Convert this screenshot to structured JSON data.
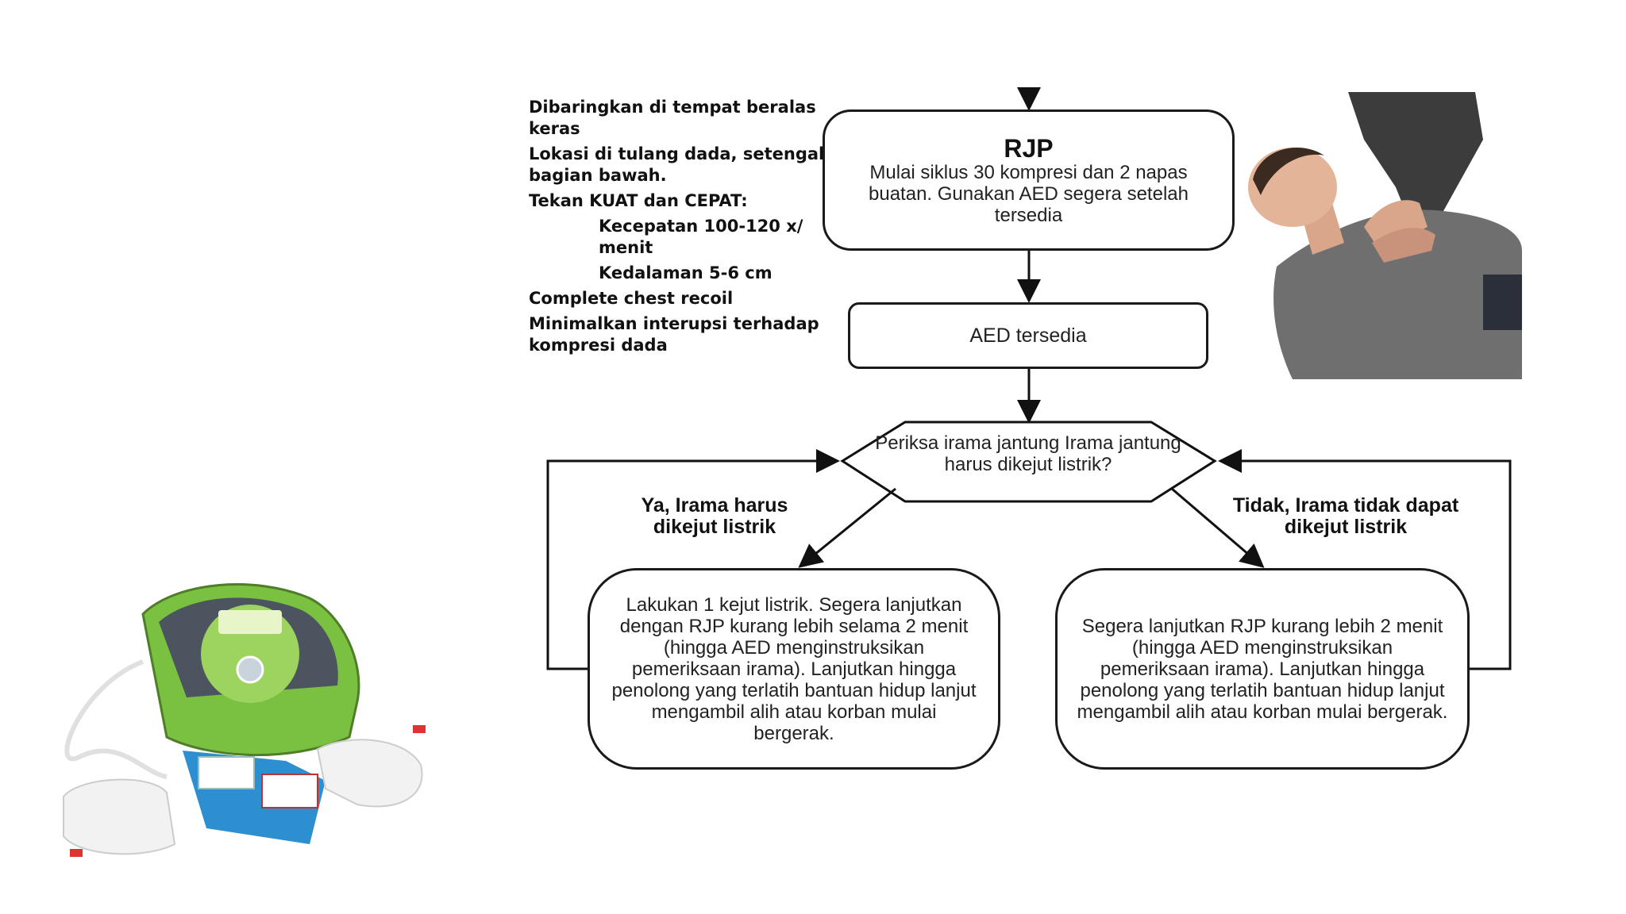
{
  "notes": {
    "items": [
      "Dibaringkan di tempat beralas keras",
      "Lokasi di tulang dada, setengah bagian bawah.",
      "Tekan KUAT dan CEPAT:",
      "Kecepatan 100-120 x/ menit",
      "Kedalaman 5-6 cm",
      "Complete chest recoil",
      "Minimalkan interupsi terhadap kompresi dada"
    ]
  },
  "flow": {
    "rjp_title": "RJP",
    "rjp_body": "Mulai siklus 30 kompresi dan 2 napas buatan. Gunakan AED segera setelah tersedia",
    "aed_box": "AED tersedia",
    "decision": "Periksa irama jantung Irama jantung harus dikejut listrik?",
    "yes_label": "Ya, Irama harus dikejut listrik",
    "no_label": "Tidak, Irama tidak dapat dikejut listrik",
    "yes_action": "Lakukan 1 kejut listrik. Segera lanjutkan dengan RJP kurang lebih selama 2 menit (hingga AED menginstruksikan pemeriksaan irama). Lanjutkan hingga penolong yang terlatih bantuan hidup lanjut mengambil alih atau korban mulai bergerak.",
    "no_action": "Segera lanjutkan RJP kurang lebih 2 menit (hingga AED menginstruksikan pemeriksaan irama). Lanjutkan hingga penolong yang terlatih bantuan hidup lanjut mengambil alih atau korban mulai bergerak."
  },
  "images": {
    "cpr_photo": "photo-cpr-compressions",
    "aed_photo": "photo-aed-device-with-pads"
  }
}
